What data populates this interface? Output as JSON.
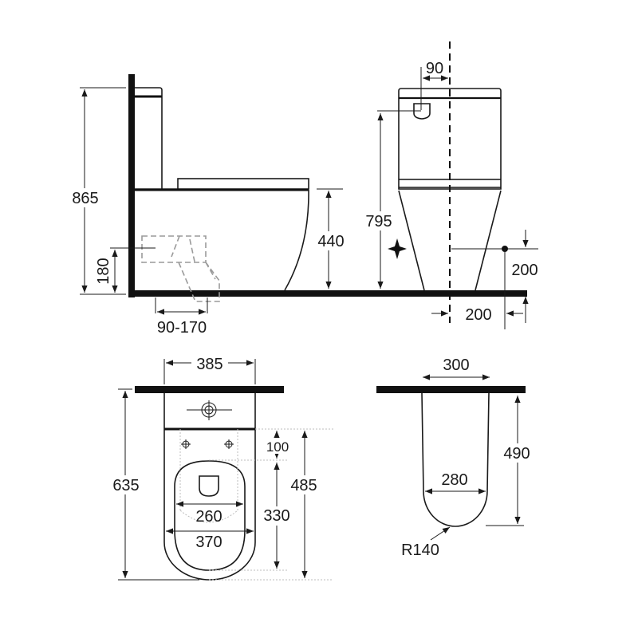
{
  "drawing": {
    "title": "Close-coupled toilet dimension drawing",
    "units": "mm",
    "colors": {
      "line": "#1a1a1a",
      "wall": "#111111",
      "hidden": "#9a9a9a",
      "background": "#ffffff"
    }
  },
  "side_view": {
    "overall_height": "865",
    "seat_height": "440",
    "outlet_height": "180",
    "outlet_offset": "90-170"
  },
  "front_view": {
    "button_offset": "90",
    "inlet_height": "795",
    "supply_height": "200",
    "supply_offset": "200"
  },
  "top_view": {
    "cistern_width": "385",
    "overall_depth": "635",
    "bowl_depth": "485",
    "fixing_offset": "100",
    "seat_depth": "330",
    "seat_inner_width": "260",
    "bowl_width": "370"
  },
  "footprint_view": {
    "back_width": "300",
    "depth": "490",
    "front_width": "280",
    "radius": "R140"
  }
}
